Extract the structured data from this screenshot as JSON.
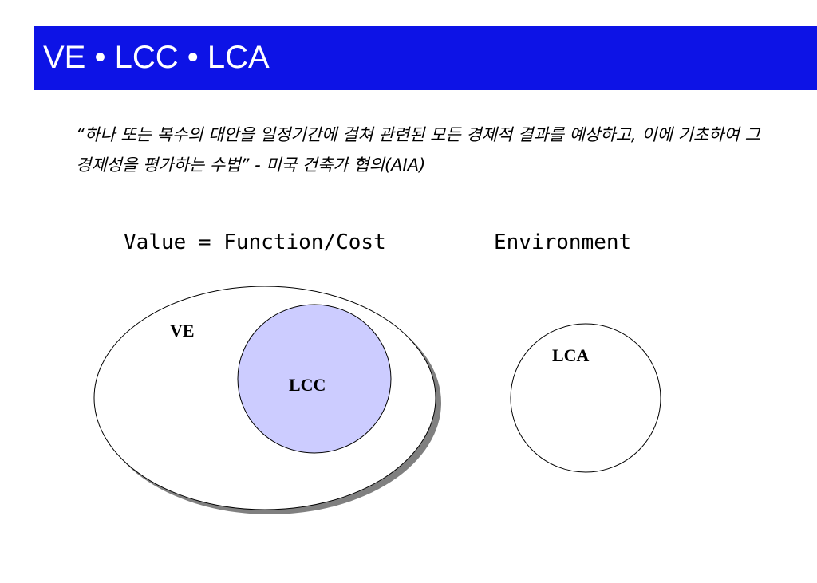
{
  "slide": {
    "title": "VE • LCC • LCA",
    "quote": "“하나 또는 복수의 대안을 일정기간에 걸쳐 관련된 모든 경제적 결과를 예상하고, 이에 기초하여 그 경제성을 평가하는 수법” - 미국 건축가 협의(AIA)",
    "formula": "Value = Function/Cost",
    "environment": "Environment"
  },
  "diagram": {
    "ve_label": "VE",
    "lcc_label": "LCC",
    "lca_label": "LCA",
    "colors": {
      "title_bar": "#0d13e6",
      "lcc_fill": "#ccccff",
      "shadow": "#808080"
    }
  }
}
